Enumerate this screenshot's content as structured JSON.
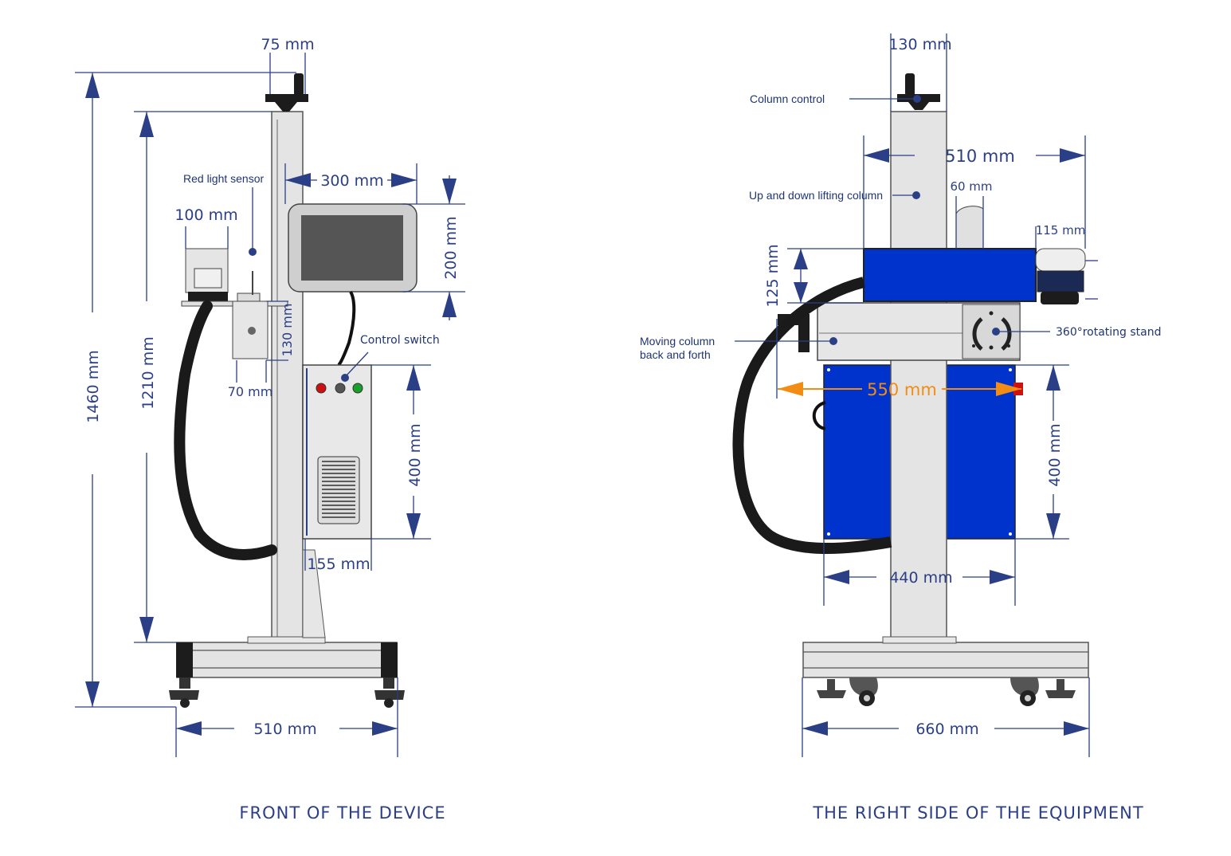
{
  "front": {
    "caption": "FRONT OF THE DEVICE",
    "dims": {
      "top_width": "75 mm",
      "total_height": "1460 mm",
      "column_height": "1210 mm",
      "screen_width": "300 mm",
      "screen_height": "200 mm",
      "sensor_width": "100 mm",
      "mount_height": "130 mm",
      "mount_width": "70 mm",
      "cabinet_height": "400 mm",
      "cabinet_depth": "155 mm",
      "base_width": "510 mm"
    },
    "labels": {
      "red_light_sensor": "Red light sensor",
      "control_switch": "Control switch"
    }
  },
  "side": {
    "caption": "THE RIGHT SIDE OF THE EQUIPMENT",
    "dims": {
      "top_width": "130 mm",
      "head_width": "510 mm",
      "head_thickness": "60 mm",
      "nozzle_width": "115 mm",
      "head_height": "125 mm",
      "travel": "550 mm",
      "cabinet_height": "400 mm",
      "cabinet_width": "440 mm",
      "base_width": "660 mm"
    },
    "labels": {
      "column_control": "Column control",
      "lifting_column": "Up and down lifting column",
      "moving_column_1": "Moving column",
      "moving_column_2": "back and forth",
      "rotating_stand": "360°rotating stand"
    }
  },
  "colors": {
    "dimension": "#2b3f86",
    "cabinet_blue": "#0033cc",
    "travel_arrow": "#f28c12"
  }
}
